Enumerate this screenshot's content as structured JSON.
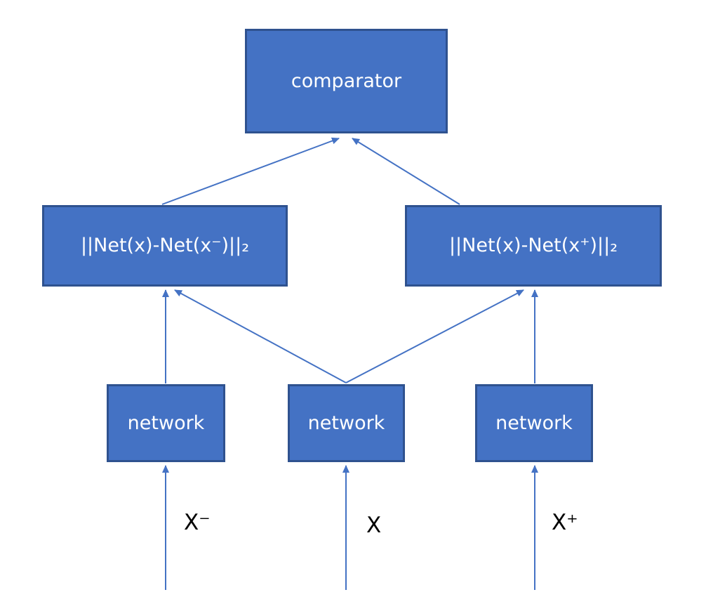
{
  "diagram": {
    "type": "triplet-network-architecture",
    "colors": {
      "box_fill": "#4472C4",
      "box_border": "#2F528F",
      "arrow": "#4472C4",
      "box_text": "#FFFFFF",
      "input_text": "#000000"
    },
    "boxes": {
      "comparator": {
        "label": "comparator"
      },
      "norm_left": {
        "label": "||Net(x)-Net(x⁻)||₂"
      },
      "norm_right": {
        "label": "||Net(x)-Net(x⁺)||₂"
      },
      "network_left": {
        "label": "network"
      },
      "network_mid": {
        "label": "network"
      },
      "network_right": {
        "label": "network"
      }
    },
    "inputs": {
      "negative": "X⁻",
      "anchor": "X",
      "positive": "X⁺"
    },
    "connections": [
      "input-negative -> network-left",
      "input-anchor -> network-mid",
      "input-positive -> network-right",
      "network-left -> norm-left",
      "network-mid -> norm-left",
      "network-mid -> norm-right",
      "network-right -> norm-right",
      "norm-left -> comparator",
      "norm-right -> comparator"
    ]
  }
}
